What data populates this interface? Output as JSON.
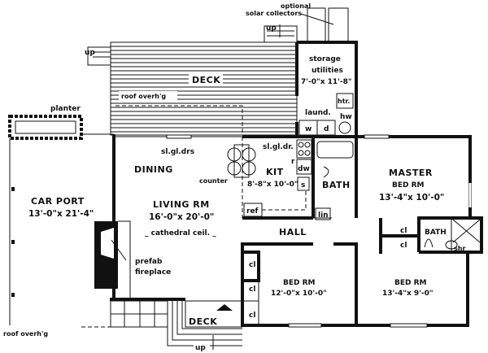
{
  "plan": {
    "solar_label_1": "optional",
    "solar_label_2": "solar collectors",
    "up": "up",
    "deck": "DECK",
    "roof_overhang": "roof overh'g",
    "planter": "planter",
    "storage_1": "storage",
    "storage_2": "utilities",
    "storage_dim": "7'-0\"x 11'-8\"",
    "heater": "htr.",
    "laundry": "laund.",
    "washer": "w",
    "dryer": "d",
    "hot_water": "hw",
    "sliding_doors": "sl.gl.drs",
    "sliding_door": "sl.gl.dr.",
    "dining": "DINING",
    "counter": "counter",
    "kitchen": "KIT",
    "kitchen_dim": "8'-8\"x 10'-0\"",
    "range": "r",
    "dishwasher": "dw",
    "sink": "s",
    "refrigerator": "ref",
    "bath": "BATH",
    "linen": "lin",
    "master_1": "MASTER",
    "master_2": "BED RM",
    "master_dim": "13'-4\"x 10'-0\"",
    "carport": "CAR PORT",
    "carport_dim": "13'-0\"x 21'-4\"",
    "living": "LIVING RM",
    "living_dim": "16'-0\"x 20'-0\"",
    "cathedral": "_ cathedral ceil. _",
    "hall": "HALL",
    "closet": "cl",
    "fireplace_1": "prefab",
    "fireplace_2": "fireplace",
    "bedroom": "BED RM",
    "bed2_dim": "12'-0\"x 10'-0\"",
    "bed3_dim": "13'-4\"x 9'-0\"",
    "shower": "shr",
    "deck_bottom": "DECK",
    "up_bottom": "up",
    "roof_overhang_bottom": "roof overh'g"
  }
}
